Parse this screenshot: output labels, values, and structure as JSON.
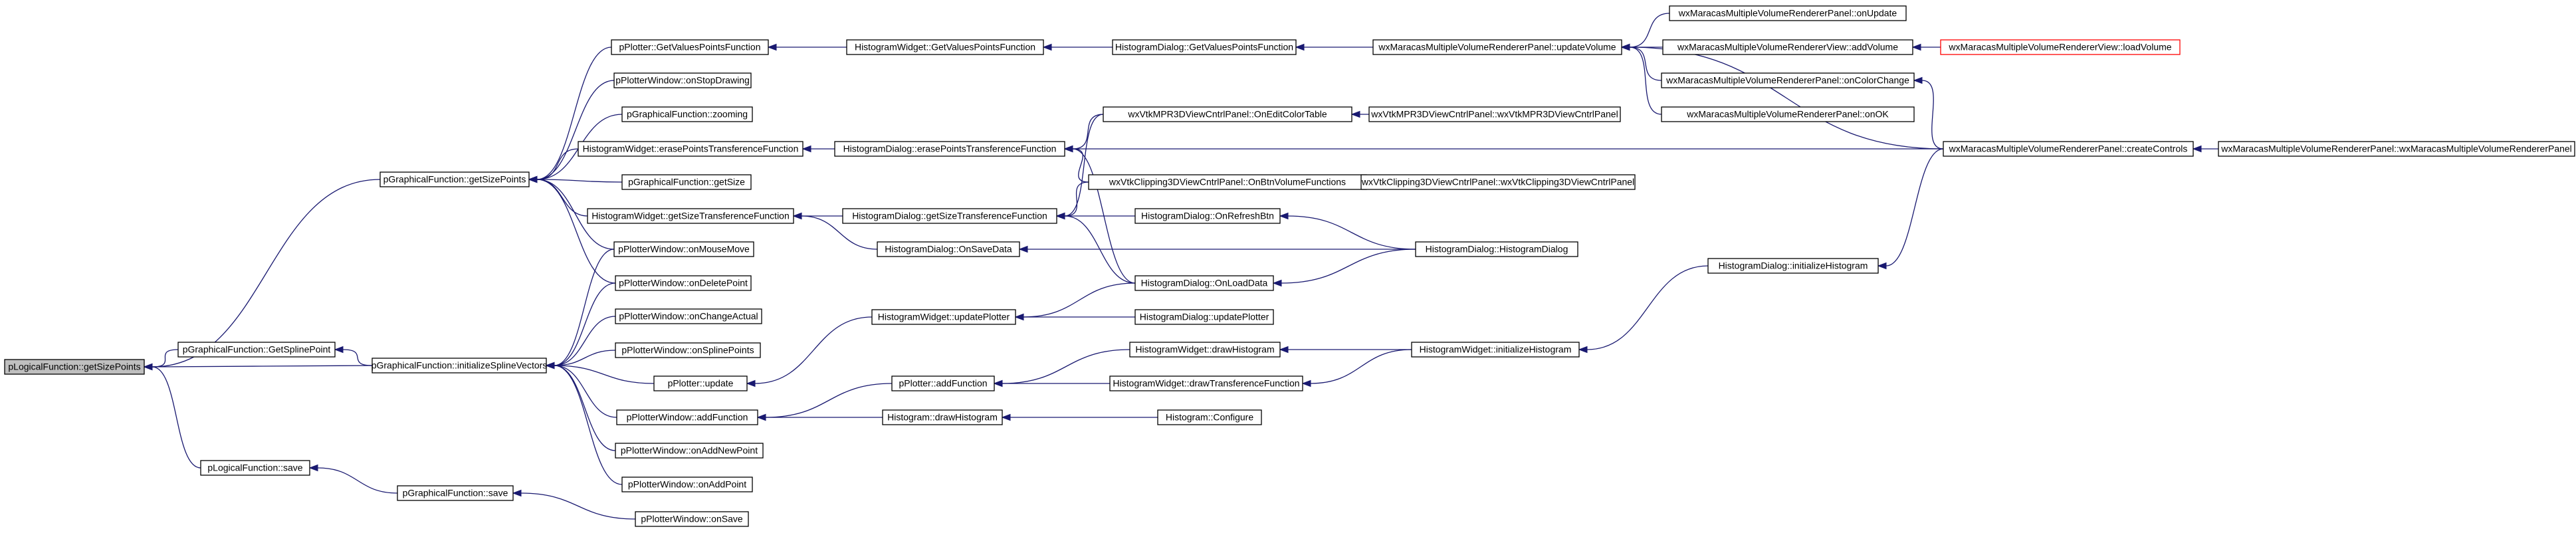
{
  "colors": {
    "edge": "#191970",
    "root_fill": "#bfbfbf",
    "node_border": "#000000",
    "highlight_border": "#ff0000"
  },
  "nodes": [
    {
      "id": "n0",
      "label": "pLogicalFunction::getSizePoints",
      "style": "root"
    },
    {
      "id": "n1",
      "label": "pGraphicalFunction::getSizePoints"
    },
    {
      "id": "n2",
      "label": "pGraphicalFunction::GetSplinePoint"
    },
    {
      "id": "n3",
      "label": "pGraphicalFunction::initializeSplineVectors"
    },
    {
      "id": "n4",
      "label": "pLogicalFunction::save"
    },
    {
      "id": "n5",
      "label": "pGraphicalFunction::save"
    },
    {
      "id": "n6",
      "label": "pPlotterWindow::onSave"
    },
    {
      "id": "n7",
      "label": "pPlotter::GetValuesPointsFunction"
    },
    {
      "id": "n8",
      "label": "pPlotterWindow::onStopDrawing"
    },
    {
      "id": "n9",
      "label": "pGraphicalFunction::zooming"
    },
    {
      "id": "n10",
      "label": "HistogramWidget::erasePointsTransferenceFunction"
    },
    {
      "id": "n11",
      "label": "pGraphicalFunction::getSize"
    },
    {
      "id": "n12",
      "label": "HistogramWidget::getSizeTransferenceFunction"
    },
    {
      "id": "n13",
      "label": "pPlotterWindow::onMouseMove"
    },
    {
      "id": "n14",
      "label": "pPlotterWindow::onDeletePoint"
    },
    {
      "id": "n15",
      "label": "pPlotterWindow::onChangeActual"
    },
    {
      "id": "n16",
      "label": "pPlotterWindow::onSplinePoints"
    },
    {
      "id": "n17",
      "label": "pPlotter::update"
    },
    {
      "id": "n18",
      "label": "pPlotterWindow::addFunction"
    },
    {
      "id": "n19",
      "label": "pPlotterWindow::onAddNewPoint"
    },
    {
      "id": "n20",
      "label": "pPlotterWindow::onAddPoint"
    },
    {
      "id": "n21",
      "label": "HistogramWidget::GetValuesPointsFunction"
    },
    {
      "id": "n22",
      "label": "HistogramDialog::erasePointsTransferenceFunction"
    },
    {
      "id": "n23",
      "label": "HistogramDialog::getSizeTransferenceFunction"
    },
    {
      "id": "n24",
      "label": "HistogramDialog::OnSaveData"
    },
    {
      "id": "n25",
      "label": "HistogramWidget::updatePlotter"
    },
    {
      "id": "n26",
      "label": "pPlotter::addFunction"
    },
    {
      "id": "n27",
      "label": "Histogram::drawHistogram"
    },
    {
      "id": "n28",
      "label": "HistogramDialog::GetValuesPointsFunction"
    },
    {
      "id": "n29",
      "label": "wxVtkMPR3DViewCntrlPanel::OnEditColorTable"
    },
    {
      "id": "n30",
      "label": "wxVtkClipping3DViewCntrlPanel::OnBtnVolumeFunctions"
    },
    {
      "id": "n31",
      "label": "HistogramDialog::OnRefreshBtn"
    },
    {
      "id": "n32",
      "label": "HistogramDialog::OnLoadData"
    },
    {
      "id": "n33",
      "label": "HistogramDialog::updatePlotter"
    },
    {
      "id": "n34",
      "label": "HistogramWidget::drawHistogram"
    },
    {
      "id": "n35",
      "label": "HistogramWidget::drawTransferenceFunction"
    },
    {
      "id": "n36",
      "label": "Histogram::Configure"
    },
    {
      "id": "n37",
      "label": "wxMaracasMultipleVolumeRendererPanel::updateVolume"
    },
    {
      "id": "n38",
      "label": "wxVtkMPR3DViewCntrlPanel::wxVtkMPR3DViewCntrlPanel"
    },
    {
      "id": "n39",
      "label": "wxVtkClipping3DViewCntrlPanel::wxVtkClipping3DViewCntrlPanel"
    },
    {
      "id": "n40",
      "label": "HistogramDialog::HistogramDialog"
    },
    {
      "id": "n41",
      "label": "HistogramWidget::initializeHistogram"
    },
    {
      "id": "n42",
      "label": "wxMaracasMultipleVolumeRendererPanel::onUpdate"
    },
    {
      "id": "n43",
      "label": "wxMaracasMultipleVolumeRendererView::addVolume"
    },
    {
      "id": "n44",
      "label": "wxMaracasMultipleVolumeRendererPanel::onColorChange"
    },
    {
      "id": "n45",
      "label": "wxMaracasMultipleVolumeRendererPanel::onOK"
    },
    {
      "id": "n46",
      "label": "wxMaracasMultipleVolumeRendererPanel::createControls"
    },
    {
      "id": "n47",
      "label": "HistogramDialog::initializeHistogram"
    },
    {
      "id": "n48",
      "label": "wxMaracasMultipleVolumeRendererView::loadVolume",
      "style": "red"
    },
    {
      "id": "n49",
      "label": "wxMaracasMultipleVolumeRendererPanel::wxMaracasMultipleVolumeRendererPanel"
    }
  ],
  "edges": [
    [
      "n1",
      "n0"
    ],
    [
      "n2",
      "n0"
    ],
    [
      "n3",
      "n0"
    ],
    [
      "n4",
      "n0"
    ],
    [
      "n3",
      "n2"
    ],
    [
      "n5",
      "n4"
    ],
    [
      "n6",
      "n5"
    ],
    [
      "n7",
      "n1"
    ],
    [
      "n8",
      "n1"
    ],
    [
      "n9",
      "n1"
    ],
    [
      "n10",
      "n1"
    ],
    [
      "n11",
      "n1"
    ],
    [
      "n12",
      "n1"
    ],
    [
      "n13",
      "n1"
    ],
    [
      "n14",
      "n1"
    ],
    [
      "n13",
      "n3"
    ],
    [
      "n14",
      "n3"
    ],
    [
      "n15",
      "n3"
    ],
    [
      "n16",
      "n3"
    ],
    [
      "n17",
      "n3"
    ],
    [
      "n18",
      "n3"
    ],
    [
      "n19",
      "n3"
    ],
    [
      "n20",
      "n3"
    ],
    [
      "n21",
      "n7"
    ],
    [
      "n22",
      "n10"
    ],
    [
      "n23",
      "n12"
    ],
    [
      "n24",
      "n12"
    ],
    [
      "n25",
      "n17"
    ],
    [
      "n26",
      "n18"
    ],
    [
      "n27",
      "n18"
    ],
    [
      "n28",
      "n21"
    ],
    [
      "n29",
      "n22"
    ],
    [
      "n30",
      "n22"
    ],
    [
      "n32",
      "n22"
    ],
    [
      "n46",
      "n22"
    ],
    [
      "n29",
      "n23"
    ],
    [
      "n30",
      "n23"
    ],
    [
      "n31",
      "n23"
    ],
    [
      "n32",
      "n23"
    ],
    [
      "n40",
      "n24"
    ],
    [
      "n32",
      "n25"
    ],
    [
      "n33",
      "n25"
    ],
    [
      "n34",
      "n26"
    ],
    [
      "n35",
      "n26"
    ],
    [
      "n36",
      "n27"
    ],
    [
      "n37",
      "n28"
    ],
    [
      "n38",
      "n29"
    ],
    [
      "n39",
      "n30"
    ],
    [
      "n40",
      "n31"
    ],
    [
      "n40",
      "n32"
    ],
    [
      "n41",
      "n34"
    ],
    [
      "n41",
      "n35"
    ],
    [
      "n47",
      "n41"
    ],
    [
      "n42",
      "n37"
    ],
    [
      "n43",
      "n37"
    ],
    [
      "n44",
      "n37"
    ],
    [
      "n45",
      "n37"
    ],
    [
      "n46",
      "n37"
    ],
    [
      "n48",
      "n43"
    ],
    [
      "n46",
      "n44"
    ],
    [
      "n46",
      "n47"
    ],
    [
      "n49",
      "n46"
    ]
  ]
}
